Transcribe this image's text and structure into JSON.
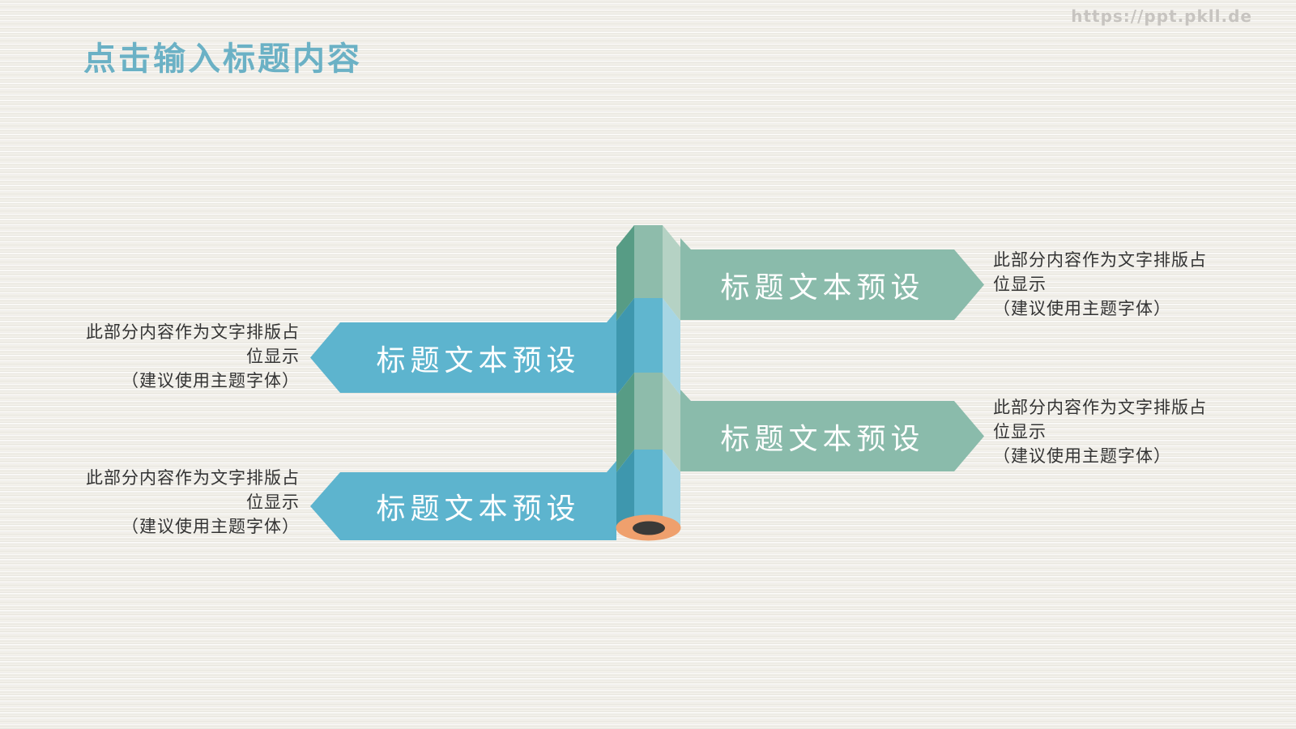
{
  "slide": {
    "title": "点击输入标题内容",
    "watermark": "https://ppt.pkll.de"
  },
  "colors": {
    "title_text": "#6bb1c5",
    "watermark_text": "#c7c4c0",
    "background_paper": "#f2f0ea",
    "banner_green": "#8abbab",
    "banner_blue": "#5db4ce",
    "banner_label_text": "#ffffff",
    "desc_text": "#333333",
    "pencil_green_left": "#579c85",
    "pencil_green_center": "#8ebcab",
    "pencil_green_right": "#b5d2c4",
    "pencil_blue_left": "#3e97ae",
    "pencil_blue_center": "#60b6cf",
    "pencil_blue_right": "#a7d6e4",
    "pencil_tip_wood": "#efa06d",
    "pencil_tip_lead": "#3a3a38"
  },
  "diagram": {
    "items": [
      {
        "position": "top-right",
        "color": "green",
        "label": "标题文本预设",
        "desc_lines": [
          "此部分内容作为文字排版占",
          "位显示",
          "（建议使用主题字体）"
        ]
      },
      {
        "position": "middle-left",
        "color": "blue",
        "label": "标题文本预设",
        "desc_lines": [
          "此部分内容作为文字排版占",
          "位显示",
          "（建议使用主题字体）"
        ]
      },
      {
        "position": "middle-right",
        "color": "green",
        "label": "标题文本预设",
        "desc_lines": [
          "此部分内容作为文字排版占",
          "位显示",
          "（建议使用主题字体）"
        ]
      },
      {
        "position": "bottom-left",
        "color": "blue",
        "label": "标题文本预设",
        "desc_lines": [
          "此部分内容作为文字排版占",
          "位显示",
          "（建议使用主题字体）"
        ]
      }
    ]
  }
}
